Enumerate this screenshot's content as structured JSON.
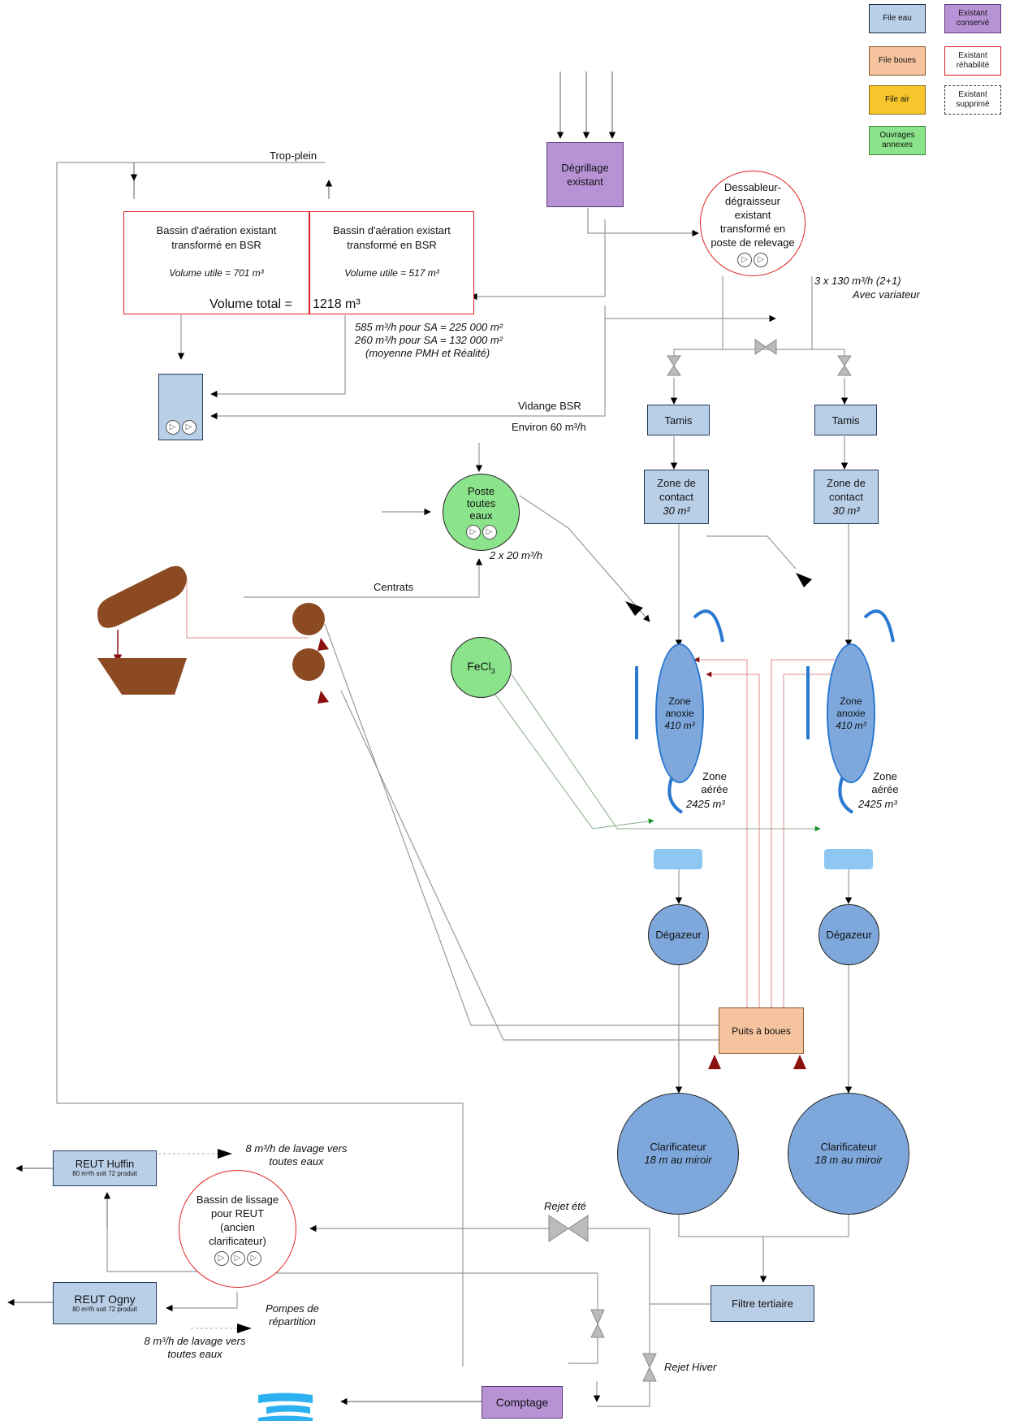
{
  "legend": {
    "file_eau": "File eau",
    "file_boues": "File boues",
    "file_air": "File air",
    "ouvrages_annexes": "Ouvrages annexes",
    "existant_conserve": "Existant conservé",
    "existant_rehabilite": "Existant réhabilité",
    "existant_supprime": "Existant supprimé"
  },
  "colors": {
    "water": "#b9cfe8",
    "sludge": "#f5c49e",
    "air": "#f7c52c",
    "annex": "#8be38b",
    "kept": "#b793d6",
    "rehab_border": "#e02020",
    "tank": "#b8cce4",
    "round": "#7ea8dc"
  },
  "nodes": {
    "degrillage": "Dégrillage existant",
    "dessableur": "Dessableur-dégraisseur existant transformé en poste de relevage",
    "dessableur_flow": "3 x 130 m³/h (2+1)",
    "dessableur_var": "Avec variateur",
    "trop_plein": "Trop-plein",
    "bsr1_title": "Bassin d'aération existant transformé en BSR",
    "bsr1_vol": "Volume utile = 701 m³",
    "bsr2_title": "Bassin d'aération existart transformé en BSR",
    "bsr2_vol": "Volume utile = 517 m³",
    "volume_total_label": "Volume total =",
    "volume_total_value": "1218 m³",
    "bsr_flow1": "585 m³/h pour SA = 225 000 m²",
    "bsr_flow2": "260 m³/h pour SA = 132 000 m²",
    "bsr_flow3": "(moyenne PMH et Réalité)",
    "vidange": "Vidange BSR",
    "vidange_flow": "Environ 60 m³/h",
    "tamis1": "Tamis",
    "tamis2": "Tamis",
    "contact1_title": "Zone de contact",
    "contact1_vol": "30 m³",
    "contact2_title": "Zone de contact",
    "contact2_vol": "30 m³",
    "poste": "Poste toutes eaux",
    "poste_flow": "2 x 20 m³/h",
    "atelier": "Atelier déshydratation des boues par centrifugeuse",
    "centrats": "Centrats",
    "fecl": "FeCl",
    "fecl_sub": "3",
    "anoxie": "Zone anoxie",
    "anoxie_vol": "410 m³",
    "aeree": "Zone aérée",
    "aeree_vol": "2425 m³",
    "degazeur1": "Dégazeur",
    "degazeur2": "Dégazeur",
    "puits": "Puits à boues",
    "clarif": "Clarificateur",
    "clarif_sub": "18 m au miroir",
    "filtre": "Filtre tertiaire",
    "bassin_lissage": "Bassin de lissage pour REUT (ancien clarificateur)",
    "reut_huffin": "REUT Huffin",
    "reut_huffin_sub": "80 m³/h soit 72 produit",
    "reut_ogny": "REUT Ogny",
    "reut_ogny_sub": "80 m³/h soit 72 produit",
    "lavage1": "8 m³/h de lavage vers toutes eaux",
    "lavage2": "8 m³/h de lavage vers toutes eaux",
    "pompes": "Pompes de répartition",
    "rejet_ete": "Rejet été",
    "rejet_hiver": "Rejet Hiver",
    "comptage": "Comptage"
  }
}
